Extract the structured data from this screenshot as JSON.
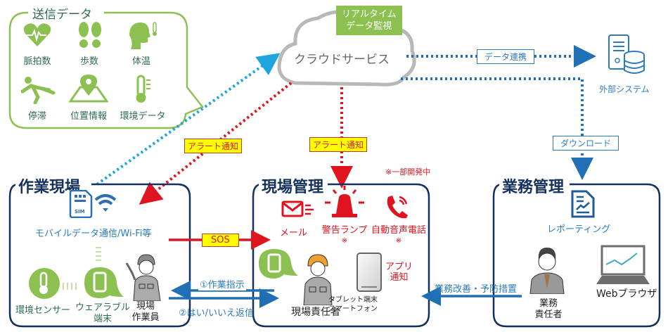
{
  "send_data": {
    "title": "送信データ",
    "items": [
      {
        "icon": "heart-pulse-icon",
        "label": "脈拍数"
      },
      {
        "icon": "footprints-icon",
        "label": "歩数"
      },
      {
        "icon": "head-thermometer-icon",
        "label": "体温"
      },
      {
        "icon": "falling-person-icon",
        "label": "停滞"
      },
      {
        "icon": "map-pin-icon",
        "label": "位置情報"
      },
      {
        "icon": "thermometer-icon",
        "label": "環境データ"
      }
    ]
  },
  "cloud": {
    "label": "クラウドサービス",
    "badge": "リアルタイム\nデータ監視",
    "badge_line1": "リアルタイム",
    "badge_line2": "データ監視"
  },
  "external": {
    "link_label": "データ連携",
    "system_label": "外部システム"
  },
  "download_label": "ダウンロード",
  "alerts": {
    "alert_left": "アラート通知",
    "alert_center": "アラート通知",
    "sos": "SOS"
  },
  "site_work": {
    "title": "作業現場",
    "comm_label": "モバイルデータ通信/Wi-Fi等",
    "sim_text": "SIM",
    "sensor_label": "環境センサー",
    "wearable_label_1": "ウェアラブル",
    "wearable_label_2": "端末",
    "worker_label_1": "現場",
    "worker_label_2": "作業員"
  },
  "instructions": {
    "work_instruction": "①作業指示",
    "reply": "②はい/いいえ返信"
  },
  "site_management": {
    "title": "現場管理",
    "note": "※一部開発中",
    "mail": "メール",
    "lamp": "警告ランプ",
    "lamp_note": "※",
    "phone": "自動音声電話",
    "phone_note": "※",
    "app_notice_1": "アプリ",
    "app_notice_2": "通知",
    "manager_label": "現場責任者",
    "device_label_1": "タブレット端末",
    "device_label_2": "スマートフォン"
  },
  "business_management": {
    "title": "業務管理",
    "reporting": "レポーティング",
    "manager_label_1": "業務",
    "manager_label_2": "責任者",
    "browser_label": "Webブラウザ",
    "improvement": "業務改善・予防措置"
  },
  "colors": {
    "green": "#8cc152",
    "navy": "#14305c",
    "blue": "#2c7bbf",
    "light_blue": "#1fa5de",
    "red": "#e0141e",
    "yellow": "#ffff00",
    "cloud_gray": "#b8b8b8"
  }
}
